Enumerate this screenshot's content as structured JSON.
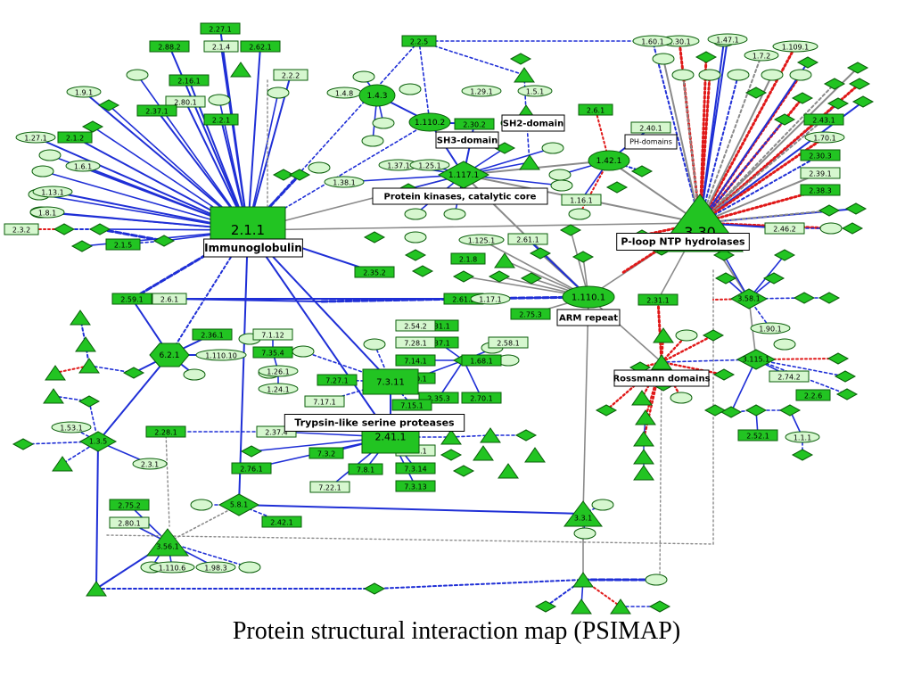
{
  "caption": "Protein structural interaction map (PSIMAP)",
  "colors": {
    "node_fill": "#22c422",
    "node_fill_light": "#d6f7cf",
    "blue_edge": "#1f2fd6",
    "red_edge": "#e01818",
    "gray_edge": "#8a8a8a",
    "label_box": "#ffffff"
  },
  "labels": {
    "immunoglobulin": "Immunoglobulin",
    "protein_kinases": "Protein kinases, catalytic core",
    "sh3": "SH3-domain",
    "sh2": "SH2-domain",
    "ph": "PH-domains",
    "ploop": "P-loop NTP hydrolases",
    "arm": "ARM repeat",
    "rossmann": "Rossmann domains",
    "trypsin": "Trypsin-like serine proteases"
  },
  "hubs": {
    "h211": "2.1.1",
    "h117": "1.117.1",
    "h1101": "1.110.1",
    "h330": "3.30",
    "h2411": "2.41.1",
    "h7311": "7.3.11",
    "h142": "1.42.1",
    "h143": "1.4.3",
    "h1102": "1.110.2",
    "h621": "6.2.1",
    "h581": "5.8.1",
    "h331": "3.3.1",
    "h3561": "3.56.1",
    "h3115": "3.115.1",
    "h135": "1.3.5",
    "h3581": "3.58.1"
  },
  "small_labels": {
    "n001": "2.27.1",
    "n002": "2.88.2",
    "n003": "2.1.4",
    "n004": "2.62.1",
    "n005": "2.16.1",
    "n006": "2.2.2",
    "n007": "2.2.1",
    "n008": "2.2.5",
    "n009": "2.80.1",
    "n010": "2.37.1",
    "n011": "2.1.2",
    "n012": "2.3.2",
    "n013": "2.1.5",
    "n014": "2.59.1",
    "n015": "2.6.1",
    "n016": "2.30.2",
    "n017": "2.35.2",
    "n018": "2.61.1",
    "n019": "2.61.2",
    "n020": "2.1.8",
    "n021": "2.40.1",
    "n022": "2.36.1",
    "n023": "7.35.4",
    "n024": "7.1.12",
    "n025": "7.37.1",
    "n026": "7.31.1",
    "n027": "7.28.1",
    "n028": "7.14.1",
    "n029": "7.10.1",
    "n030": "2.54.2",
    "n031": "2.35.3",
    "n032": "2.70.1",
    "n033": "2.58.1",
    "n034": "1.68.1",
    "n035": "7.27.1",
    "n036": "7.17.1",
    "n037": "7.15.1",
    "n038": "2.28.1",
    "n039": "2.37.4",
    "n040": "7.3.2",
    "n041": "7.8.1",
    "n042": "2.14.1",
    "n043": "7.3.14",
    "n044": "7.3.13",
    "n045": "7.22.1",
    "n046": "2.76.1",
    "n047": "2.75.2",
    "n048": "2.80.1",
    "n049": "2.42.1",
    "n050": "2.31.1",
    "n051": "2.74.2",
    "n052": "2.2.6",
    "n053": "2.52.1",
    "n054": "2.46.2",
    "n055": "2.43.1",
    "n056": "2.30.3",
    "n057": "2.39.1",
    "n058": "2.38.3",
    "n059": "2.6.1",
    "n060": "1.16.1",
    "n061": "1.53.1",
    "n062": "2.3.1",
    "n063": "1.125.1",
    "n064": "2.75.3",
    "n065": "1.17.1",
    "n066": "1.110.6",
    "n067": "1.98.3",
    "n068": "1.37.1",
    "n069": "1.25.1",
    "n070": "1.38.1",
    "n071": "1.110.10",
    "n072": "1.26.1",
    "n073": "1.24.1",
    "n074": "1.29.1",
    "n075": "1.42.1",
    "n076": "1.8.1",
    "n077": "1.6.1",
    "n078": "1.13.1",
    "n079": "1.9.1",
    "n080": "1.30.1",
    "n081": "1.47.1",
    "n082": "1.7.2",
    "n083": "1.109.1",
    "n084": "1.60.1",
    "n085": "1.4.8",
    "n086": "1.5.1",
    "n087": "1.27.1",
    "n088": "1.70.1",
    "n089": "1.90.1",
    "n090": "1.1.1"
  }
}
